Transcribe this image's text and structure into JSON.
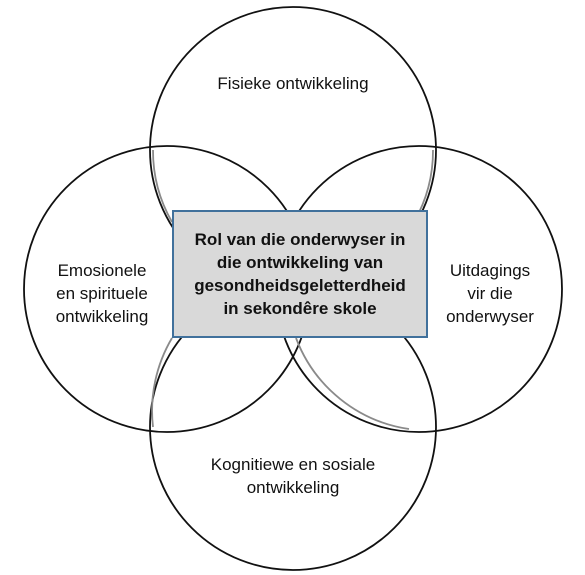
{
  "center": {
    "lines": [
      "Rol van die onderwyser in",
      "die ontwikkeling van",
      "gesondheidsgeletterdheid",
      "in sekondêre skole"
    ]
  },
  "circles": {
    "top": {
      "lines": [
        "Fisieke ontwikkeling"
      ]
    },
    "left": {
      "lines": [
        "Emosionele",
        "en spirituele",
        "ontwikkeling"
      ]
    },
    "right": {
      "lines": [
        "Uitdagings",
        "vir die",
        "onderwyser"
      ]
    },
    "bottom": {
      "lines": [
        "Kognitiewe en sosiale",
        "ontwikkeling"
      ]
    }
  },
  "colors": {
    "outline": "#111111",
    "overlap_arc": "#8a8a8a",
    "center_fill": "#d9d9d9",
    "center_border": "#41719c"
  }
}
